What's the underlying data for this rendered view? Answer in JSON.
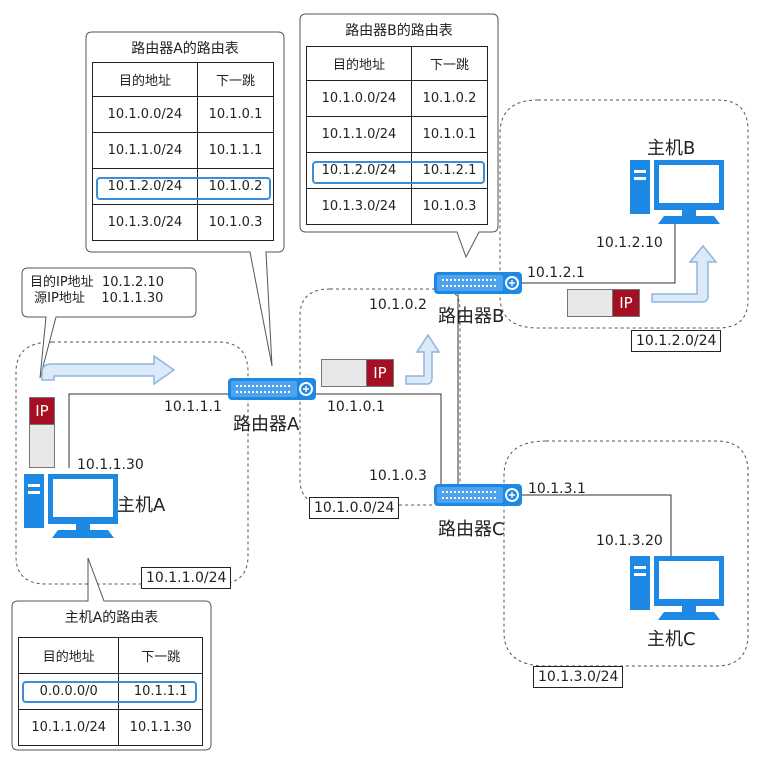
{
  "colors": {
    "router_blue": "#1e88e5",
    "host_blue": "#1e88e5",
    "ip_red": "#a50f23",
    "highlight": "#3b8ed6",
    "arrow_fill": "#dbe9f8",
    "arrow_stroke": "#8fb5e0"
  },
  "routers": {
    "a": {
      "label": "路由器A",
      "icon": "switch-icon"
    },
    "b": {
      "label": "路由器B",
      "icon": "switch-icon"
    },
    "c": {
      "label": "路由器C",
      "icon": "switch-icon"
    }
  },
  "hosts": {
    "a": {
      "label": "主机A",
      "icon": "computer-icon"
    },
    "b": {
      "label": "主机B",
      "icon": "computer-icon"
    },
    "c": {
      "label": "主机C",
      "icon": "computer-icon"
    }
  },
  "networks": {
    "n1": "10.1.1.0/24",
    "n0": "10.1.0.0/24",
    "n2": "10.1.2.0/24",
    "n3": "10.1.3.0/24"
  },
  "ips": {
    "ra_left": "10.1.1.1",
    "ra_right": "10.1.0.1",
    "rb_left": "10.1.0.2",
    "rb_right": "10.1.2.1",
    "rc_left": "10.1.0.3",
    "rc_right": "10.1.3.1",
    "host_a": "10.1.1.30",
    "host_b": "10.1.2.10",
    "host_c": "10.1.3.20"
  },
  "packet": {
    "label": "IP"
  },
  "ip_header": {
    "dst_label": "目的IP地址",
    "dst_value": "10.1.2.10",
    "src_label": "源IP地址",
    "src_value": "10.1.1.30"
  },
  "tables": {
    "router_a": {
      "title": "路由器A的路由表",
      "headers": [
        "目的地址",
        "下一跳"
      ],
      "rows": [
        [
          "10.1.0.0/24",
          "10.1.0.1"
        ],
        [
          "10.1.1.0/24",
          "10.1.1.1"
        ],
        [
          "10.1.2.0/24",
          "10.1.0.2"
        ],
        [
          "10.1.3.0/24",
          "10.1.0.3"
        ]
      ],
      "highlight_row": 2
    },
    "router_b": {
      "title": "路由器B的路由表",
      "headers": [
        "目的地址",
        "下一跳"
      ],
      "rows": [
        [
          "10.1.0.0/24",
          "10.1.0.2"
        ],
        [
          "10.1.1.0/24",
          "10.1.0.1"
        ],
        [
          "10.1.2.0/24",
          "10.1.2.1"
        ],
        [
          "10.1.3.0/24",
          "10.1.0.3"
        ]
      ],
      "highlight_row": 2
    },
    "host_a": {
      "title": "主机A的路由表",
      "headers": [
        "目的地址",
        "下一跳"
      ],
      "rows": [
        [
          "0.0.0.0/0",
          "10.1.1.1"
        ],
        [
          "10.1.1.0/24",
          "10.1.1.30"
        ]
      ],
      "highlight_row": 0
    }
  }
}
